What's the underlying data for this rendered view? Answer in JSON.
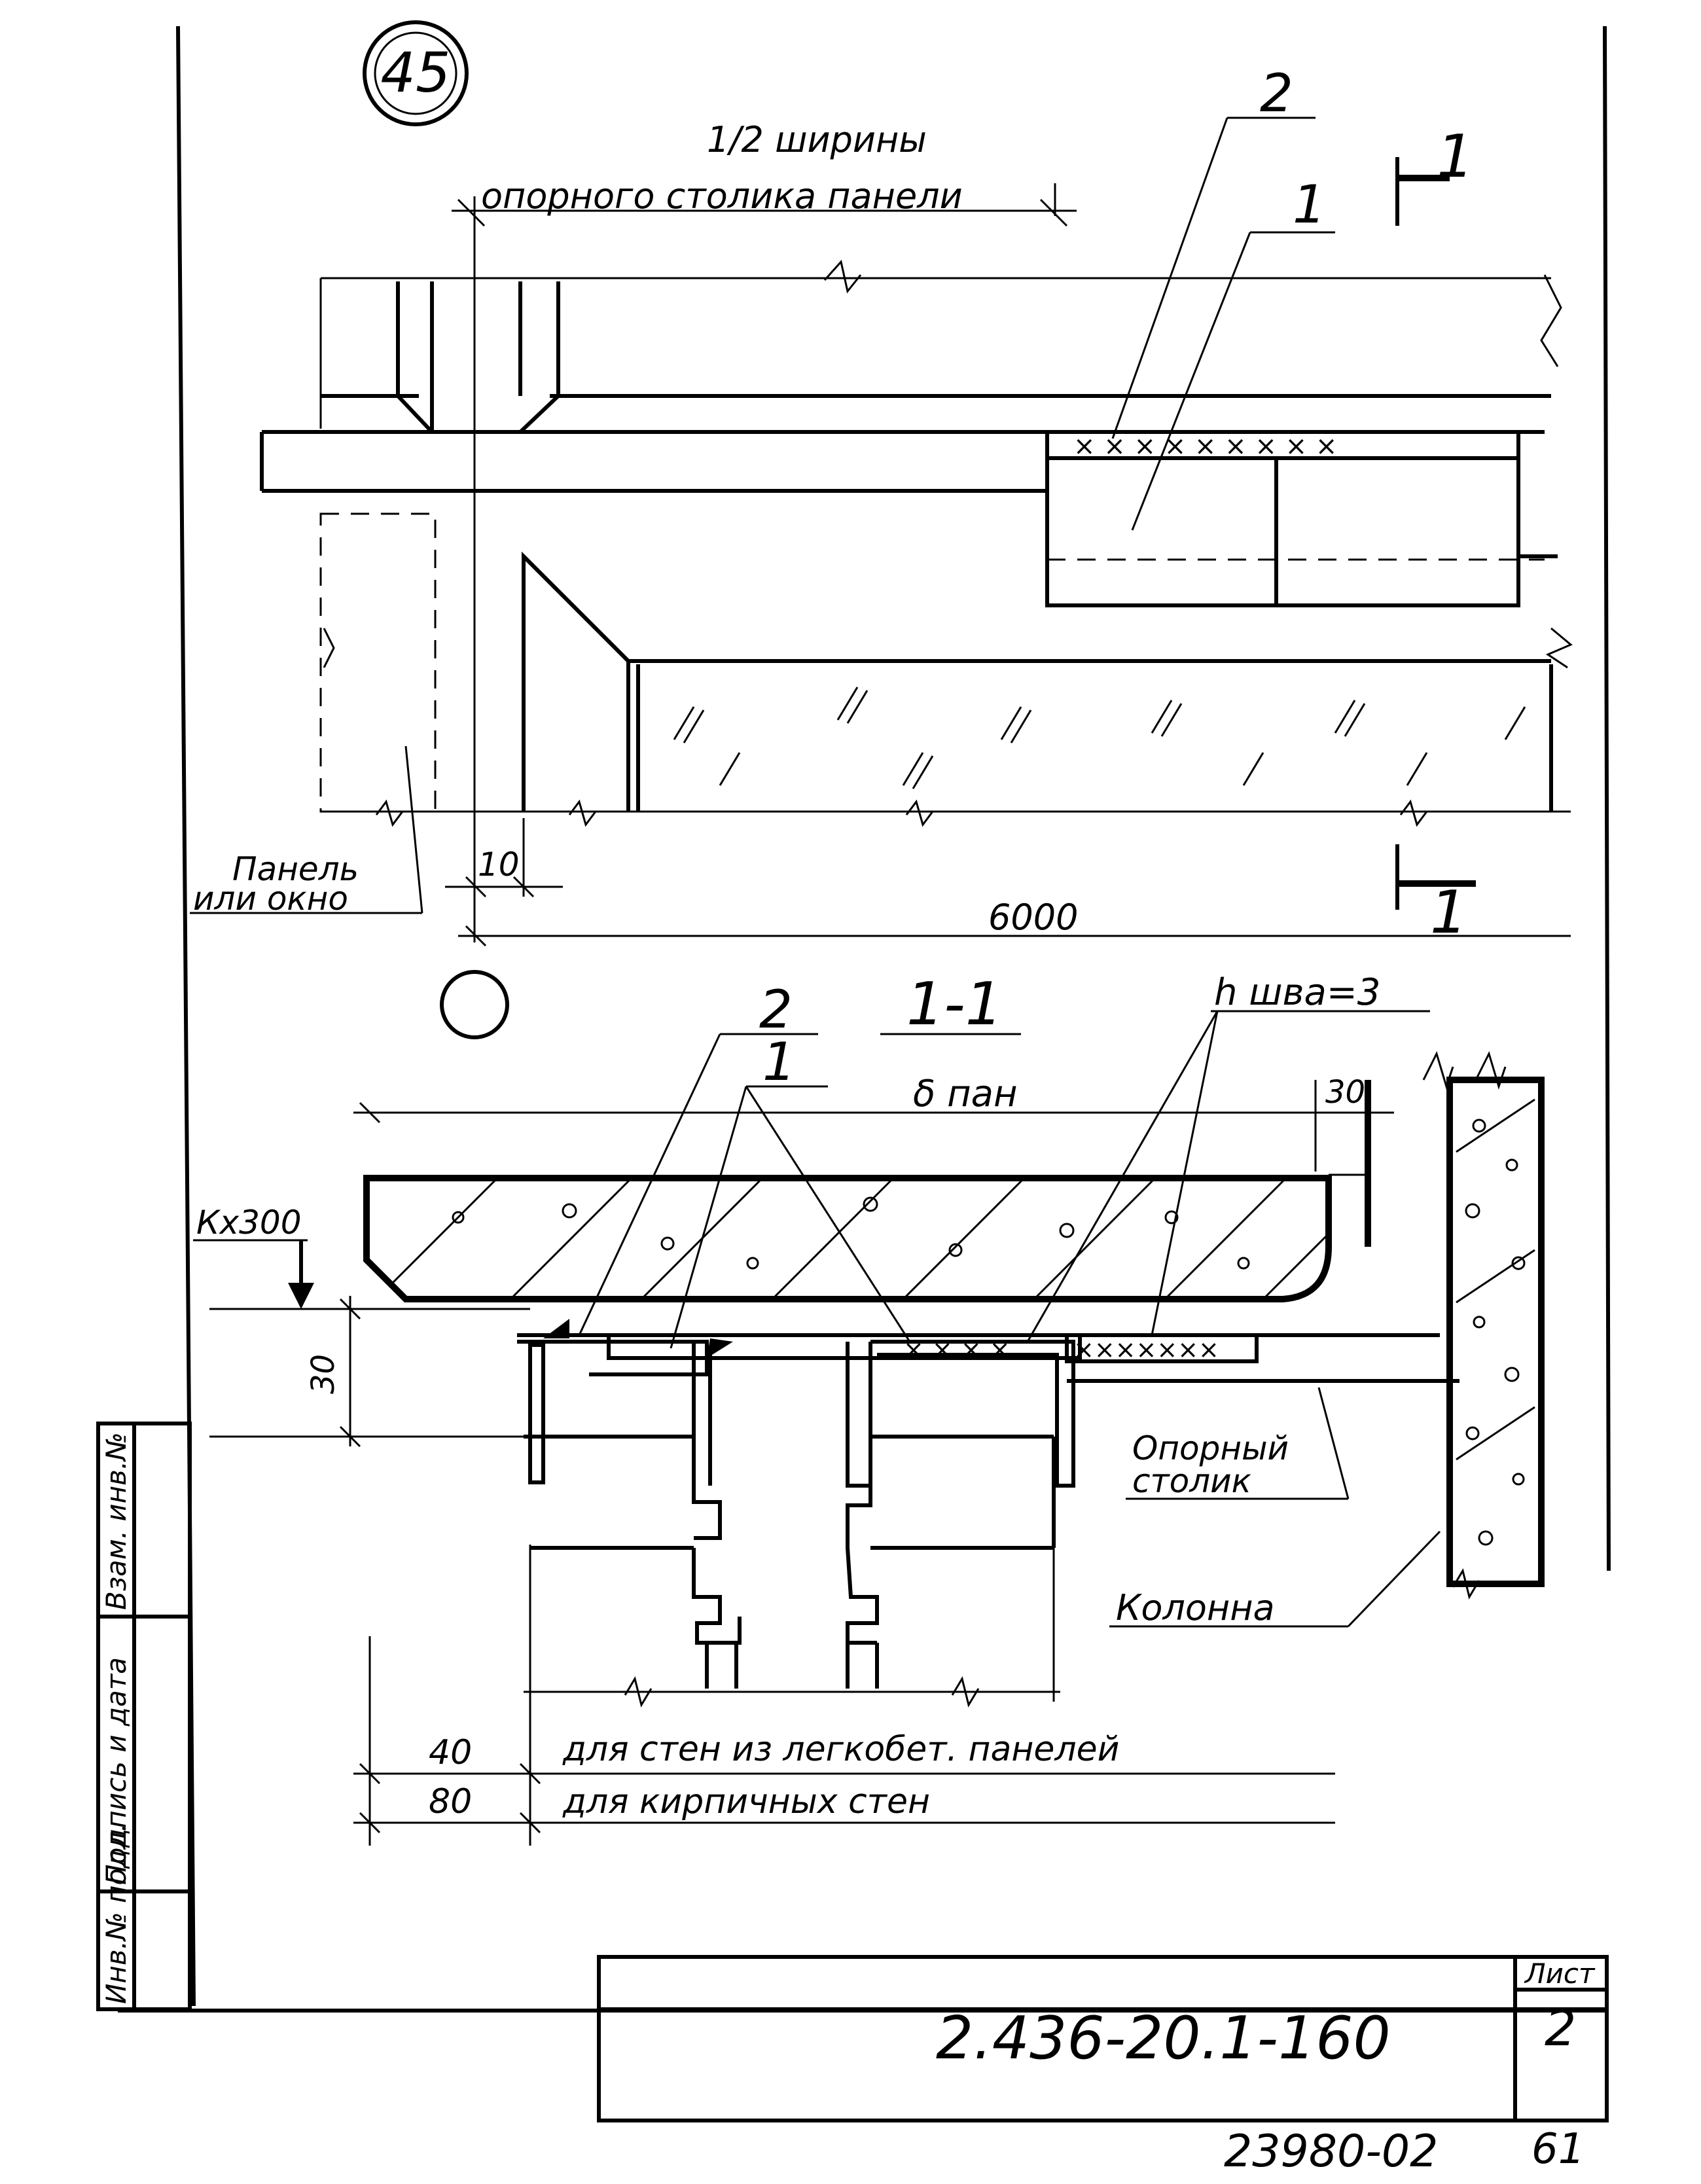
{
  "drawing": {
    "node_number": "45",
    "plan": {
      "dim_top_line1": "1/2 ширины",
      "dim_top_line2": "опорного столика панели",
      "callout_2": "2",
      "callout_1": "1",
      "section_mark": "1",
      "label_panel_line1": "Панель",
      "label_panel_line2": "или окно",
      "dim_10": "10",
      "dim_6000": "6000"
    },
    "section": {
      "title": "1-1",
      "callout_2": "2",
      "callout_1": "1",
      "weld_label": "h шва=3",
      "panel_thickness": "δ пан",
      "dim_30_top": "30",
      "kx300": "Кх300",
      "dim_30_left": "30",
      "label_support_line1": "Опорный",
      "label_support_line2": "столик",
      "label_column": "Колонна",
      "dim_40": "40",
      "note_40": "для стен из легкобет. панелей",
      "dim_80": "80",
      "note_80": "для кирпичных стен"
    }
  },
  "side_stamp": {
    "col1": "Взам. инв.№",
    "col2": "Подпись и дата",
    "col3": "Инв.№ подл."
  },
  "title_block": {
    "doc_code": "2.436-20.1-160",
    "sheet_label": "Лист",
    "sheet_number": "2",
    "order_number": "23980-02",
    "page_number": "61"
  }
}
